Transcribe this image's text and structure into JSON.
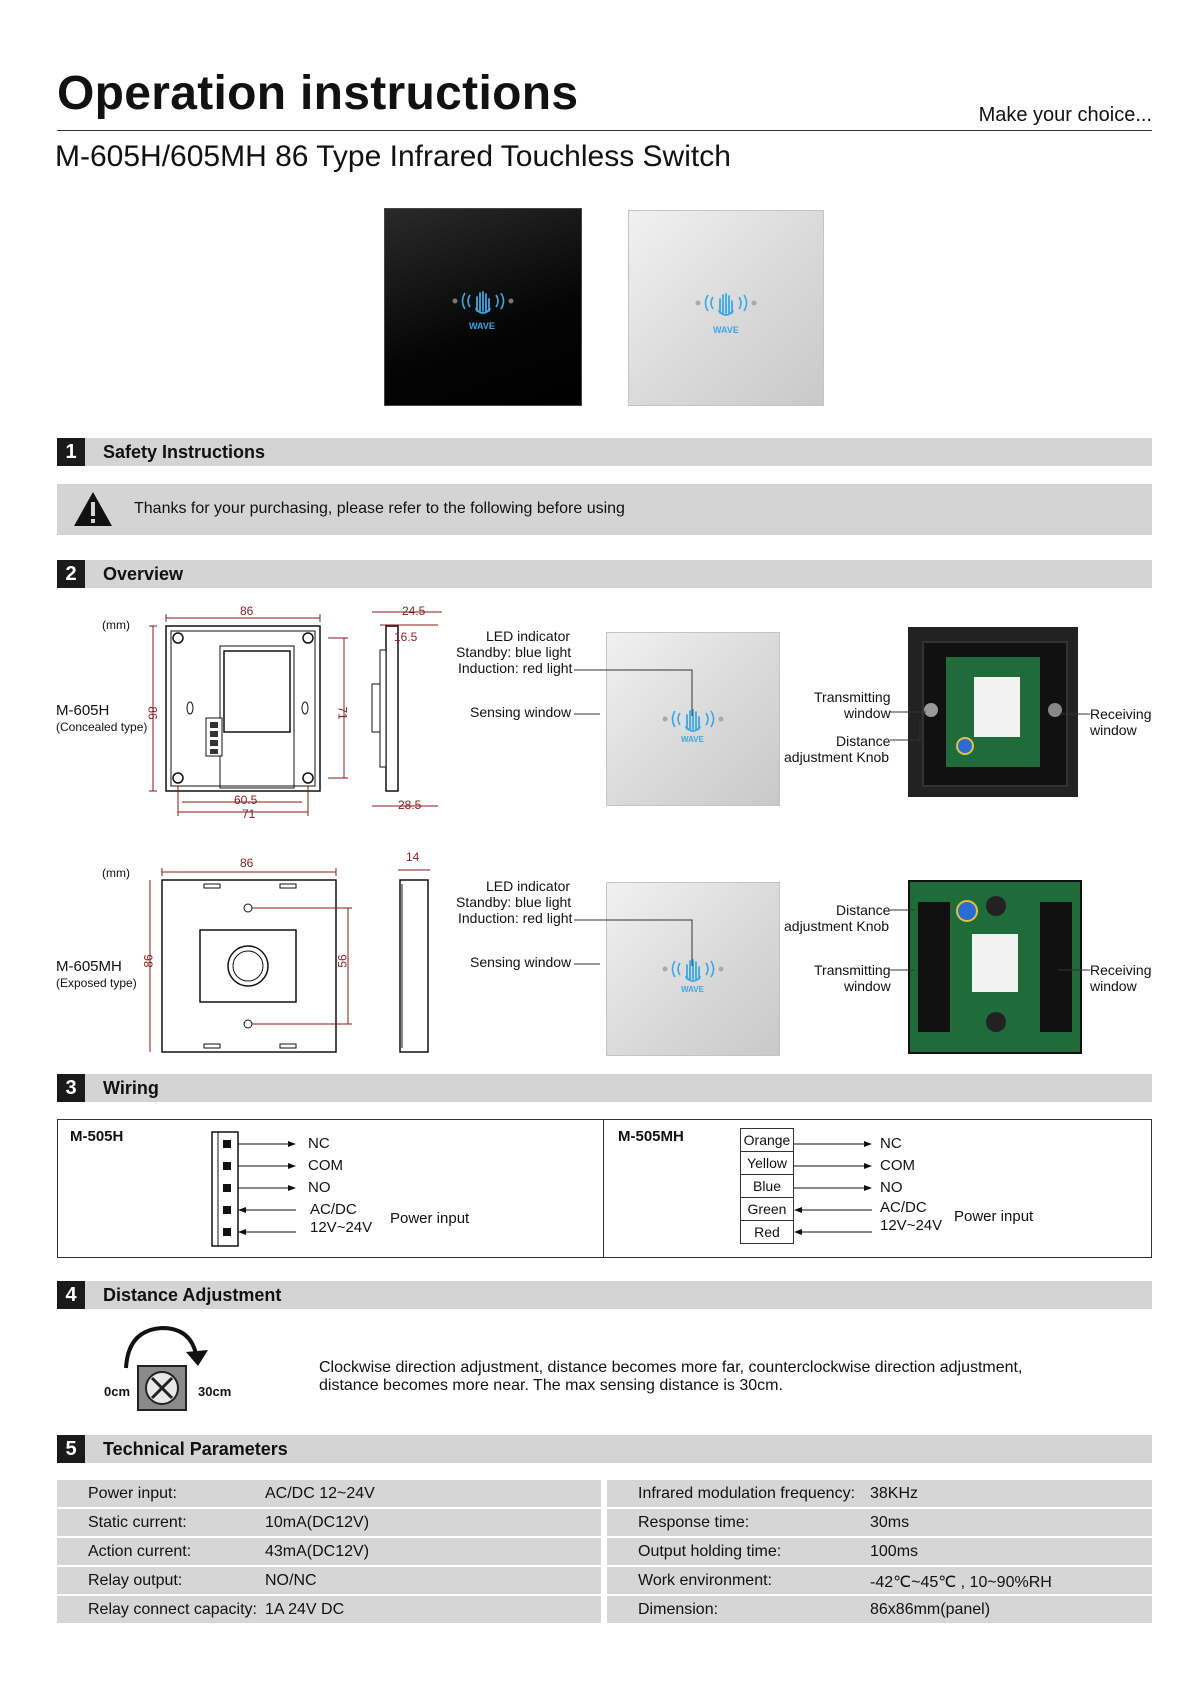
{
  "header": {
    "title": "Operation instructions",
    "tagline": "Make  your choice...",
    "subtitle": "M-605H/605MH  86 Type Infrared Touchless Switch"
  },
  "product_panels": {
    "wave_label": "WAVE"
  },
  "sections": {
    "s1": {
      "num": "1",
      "label": "Safety Instructions"
    },
    "s2": {
      "num": "2",
      "label": "Overview"
    },
    "s3": {
      "num": "3",
      "label": "Wiring"
    },
    "s4": {
      "num": "4",
      "label": "Distance Adjustment"
    },
    "s5": {
      "num": "5",
      "label": "Technical Parameters"
    }
  },
  "safety": {
    "text": "Thanks for your purchasing, please refer to the following before using"
  },
  "overview": {
    "unit": "(mm)",
    "m605h": {
      "model": "M-605H",
      "type": "(Concealed type)",
      "dims": {
        "width": "86",
        "height": "86",
        "inner_h": "71",
        "bottom_a": "60.5",
        "bottom_b": "71",
        "depth_a": "24.5",
        "depth_b": "16.5",
        "depth_c": "28.5"
      }
    },
    "m605mh": {
      "model": "M-605MH",
      "type": "(Exposed type)",
      "dims": {
        "width": "86",
        "height": "86",
        "inner_h": "56",
        "depth": "14"
      }
    },
    "front_labels": {
      "led_1": "LED indicator",
      "led_2": "Standby: blue light",
      "led_3": "Induction: red light",
      "sensing": "Sensing window"
    },
    "back_labels": {
      "tx_1": "Transmitting",
      "tx_2": "window",
      "dist_1": "Distance",
      "dist_2": "adjustment Knob",
      "rx_1": "Receiving",
      "rx_2": "window"
    }
  },
  "wiring": {
    "left": {
      "model": "M-505H",
      "terminals": [
        "NC",
        "COM",
        "NO",
        "AC/DC",
        "12V~24V"
      ],
      "power": "Power input"
    },
    "right": {
      "model": "M-505MH",
      "colors": [
        "Orange",
        "Yellow",
        "Blue",
        "Green",
        "Red"
      ],
      "terminals": [
        "NC",
        "COM",
        "NO",
        "AC/DC",
        "12V~24V"
      ],
      "power": "Power input"
    }
  },
  "distance": {
    "min": "0cm",
    "max": "30cm",
    "text_1": "Clockwise direction adjustment, distance becomes more far, counterclockwise direction adjustment,",
    "text_2": "distance becomes more near. The max sensing distance is 30cm."
  },
  "params": {
    "left": [
      {
        "k": "Power input:",
        "v": "AC/DC 12~24V"
      },
      {
        "k": "Static current:",
        "v": "10mA(DC12V)"
      },
      {
        "k": "Action current:",
        "v": "43mA(DC12V)"
      },
      {
        "k": "Relay output:",
        "v": "NO/NC"
      },
      {
        "k": "Relay connect capacity:",
        "v": "1A 24V DC"
      }
    ],
    "right": [
      {
        "k": "Infrared modulation frequency:",
        "v": "38KHz"
      },
      {
        "k": "Response time:",
        "v": "30ms"
      },
      {
        "k": "Output holding time:",
        "v": "100ms"
      },
      {
        "k": "Work environment:",
        "v": "-42℃~45℃ , 10~90%RH"
      },
      {
        "k": "Dimension:",
        "v": "86x86mm(panel)"
      }
    ]
  },
  "colors": {
    "accent_blue": "#3aa7e6",
    "dim_red": "#8b1a1a",
    "pcb_green": "#1f6b3a",
    "bar_gray": "#d4d4d4"
  }
}
